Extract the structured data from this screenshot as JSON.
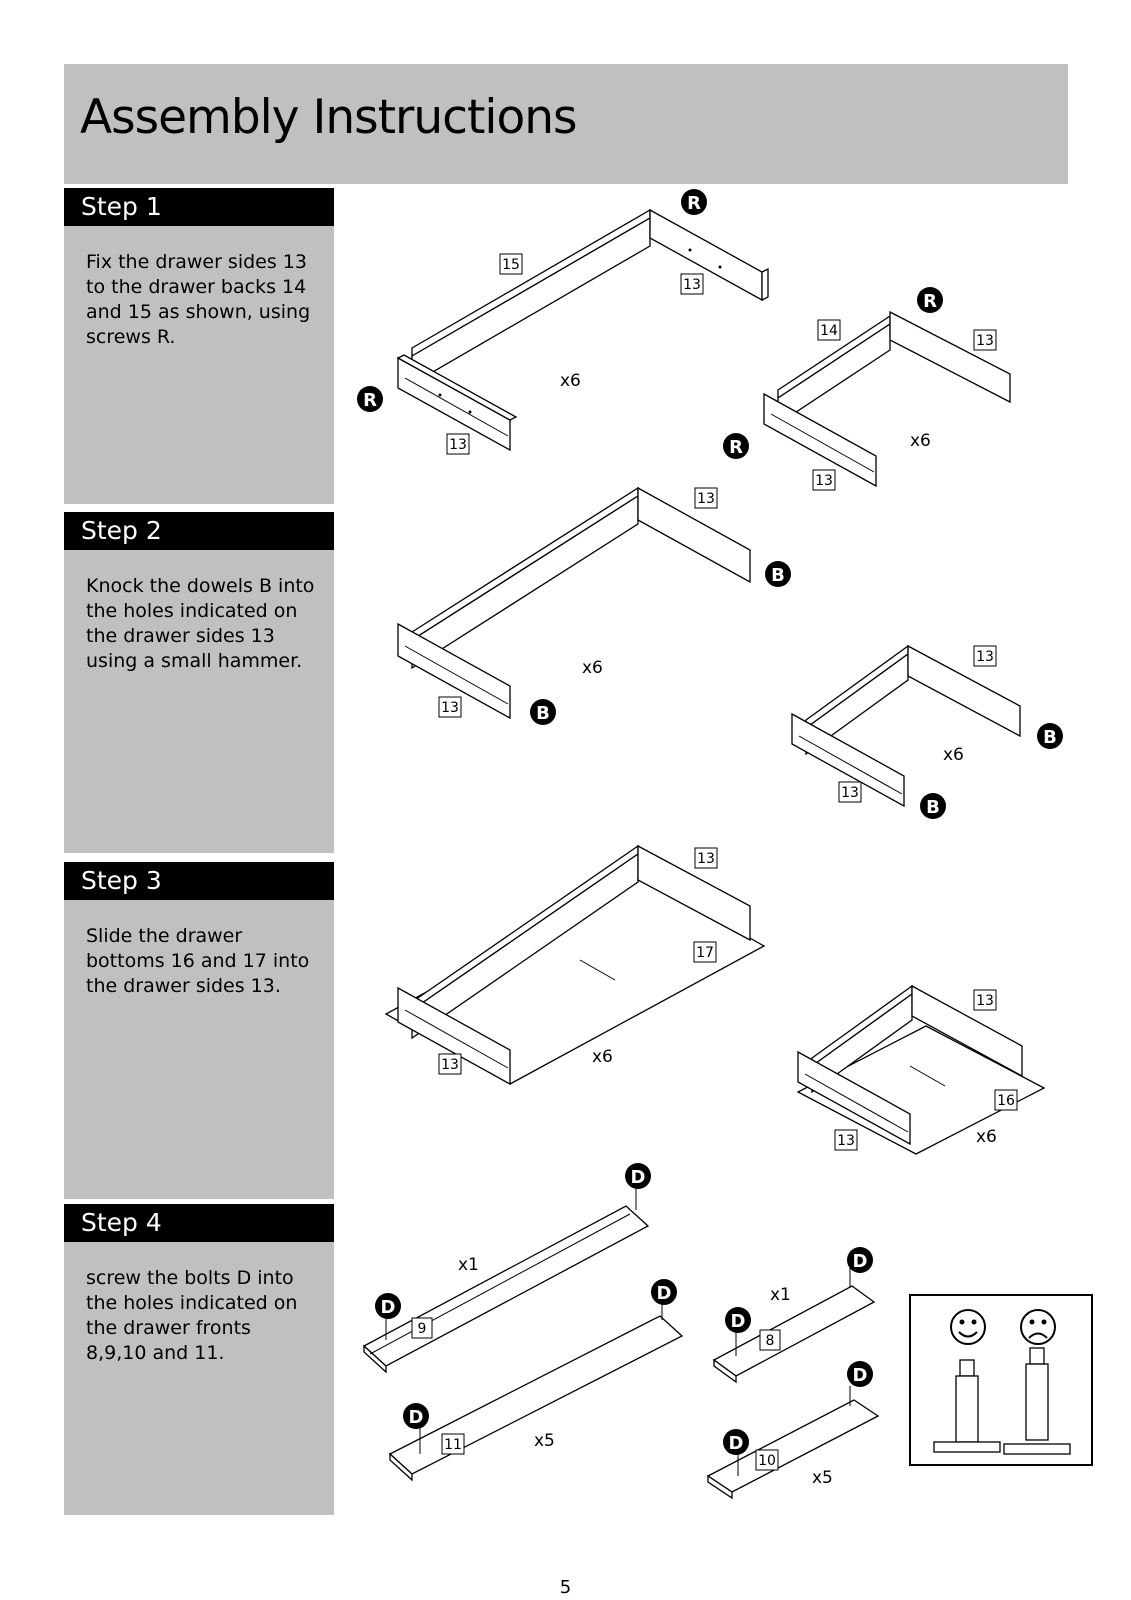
{
  "header": {
    "title": "Assembly Instructions"
  },
  "steps": [
    {
      "title": "Step 1",
      "text": "Fix the drawer sides 13 to the drawer backs 14 and 15 as shown, using screws R."
    },
    {
      "title": "Step 2",
      "text": "Knock the dowels B into the holes indicated on the drawer sides 13 using a small hammer."
    },
    {
      "title": "Step 3",
      "text": "Slide the drawer bottoms 16 and 17 into the drawer sides 13."
    },
    {
      "title": "Step 4",
      "text": "screw the bolts D into the holes indicated on the drawer fronts 8,9,10 and 11."
    }
  ],
  "diagram_labels": {
    "part_13": "13",
    "part_14": "14",
    "part_15": "15",
    "part_16": "16",
    "part_17": "17",
    "part_8": "8",
    "part_9": "9",
    "part_10": "10",
    "part_11": "11",
    "fitting_r": "R",
    "fitting_b": "B",
    "fitting_d": "D",
    "qty_x6": "x6",
    "qty_x1": "x1",
    "qty_x5": "x5"
  },
  "page_number": "5"
}
